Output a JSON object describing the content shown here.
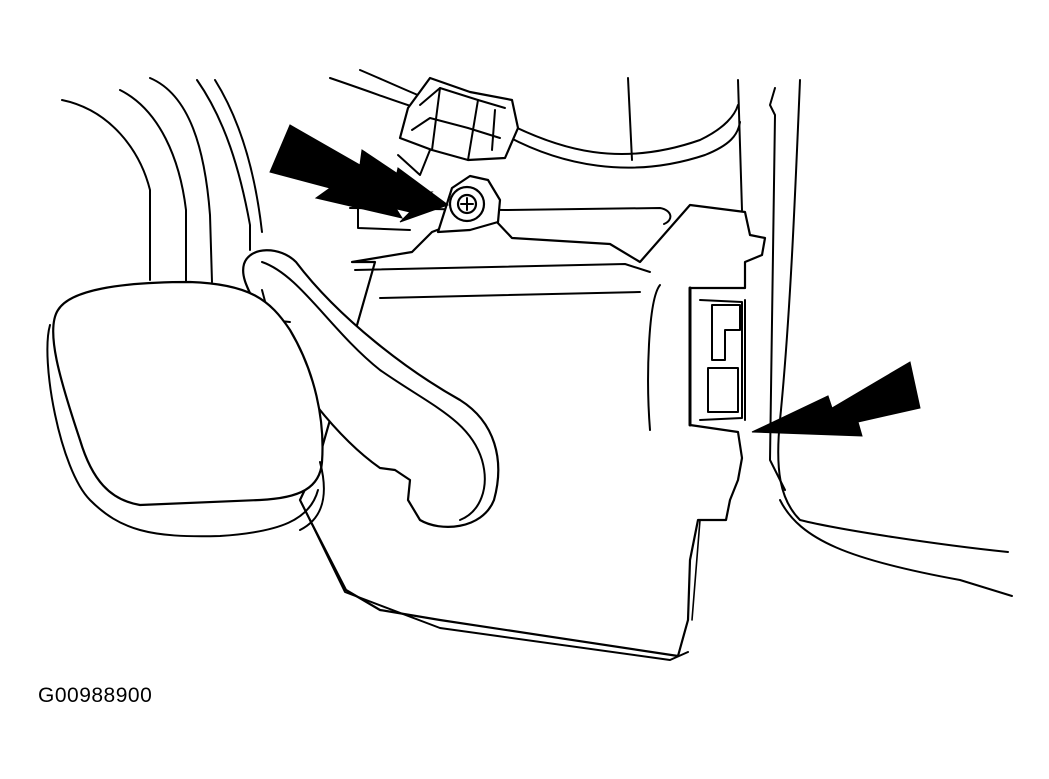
{
  "figure": {
    "code": "G00988900"
  },
  "colors": {
    "line": "#000000",
    "background": "#ffffff"
  },
  "callouts": [
    {
      "icon": "arrow-icon",
      "points_to": "mounting-screw"
    },
    {
      "icon": "arrow-icon",
      "points_to": "module-mounting-screw"
    },
    {
      "icon": "arrow-icon",
      "points_to": "side-clip"
    }
  ]
}
